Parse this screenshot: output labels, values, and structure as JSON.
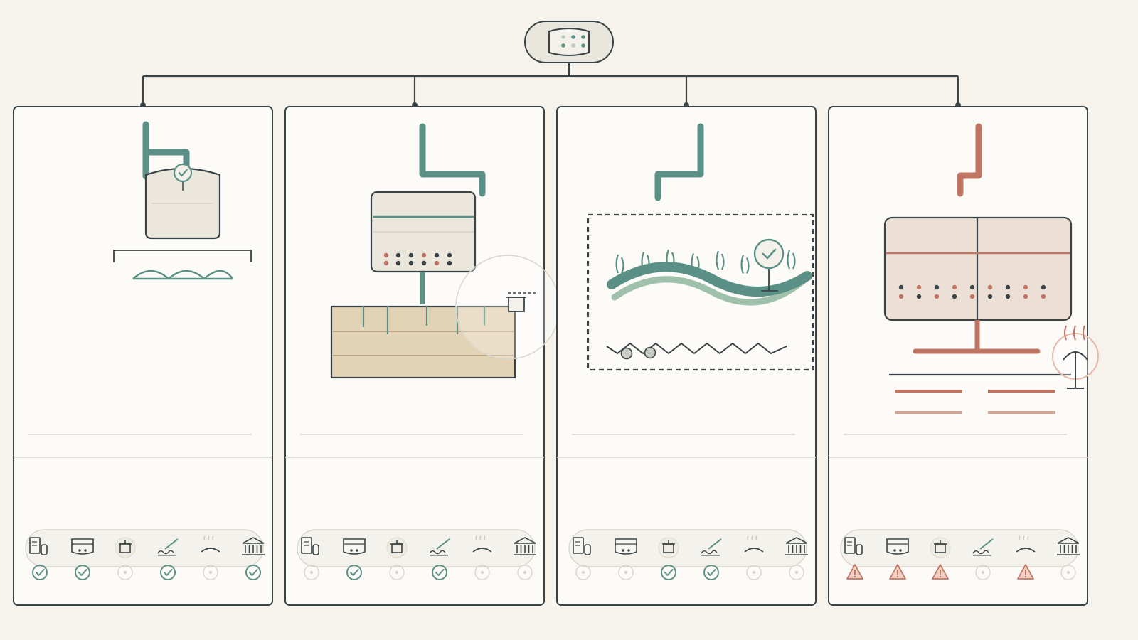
{
  "colors": {
    "background": "#f6f3ed",
    "panel": "#fcfbf8",
    "ink": "#3a4446",
    "teal": "#5b9086",
    "sage": "#9fc0ab",
    "terracotta": "#c07563",
    "sand": "#e3d3b6",
    "tank": "#ebe7dd",
    "muted": "#d9d5cd"
  },
  "hub": {
    "icon": "server-dots-icon"
  },
  "legend_icons": [
    "document-bottle-icon",
    "tray-icon",
    "pot-icon",
    "pen-signature-icon",
    "heat-icon",
    "institution-icon"
  ],
  "panels": [
    {
      "scene": "tank-check",
      "status": [
        "ok",
        "ok",
        "none",
        "ok",
        "none",
        "ok"
      ]
    },
    {
      "scene": "treatment-bed",
      "status": [
        "none",
        "ok",
        "none",
        "ok",
        "none",
        "none"
      ]
    },
    {
      "scene": "wetland",
      "status": [
        "none",
        "none",
        "ok",
        "ok",
        "none",
        "none"
      ]
    },
    {
      "scene": "warning-tank",
      "status": [
        "warn",
        "warn",
        "warn",
        "none",
        "warn",
        "none"
      ]
    }
  ]
}
